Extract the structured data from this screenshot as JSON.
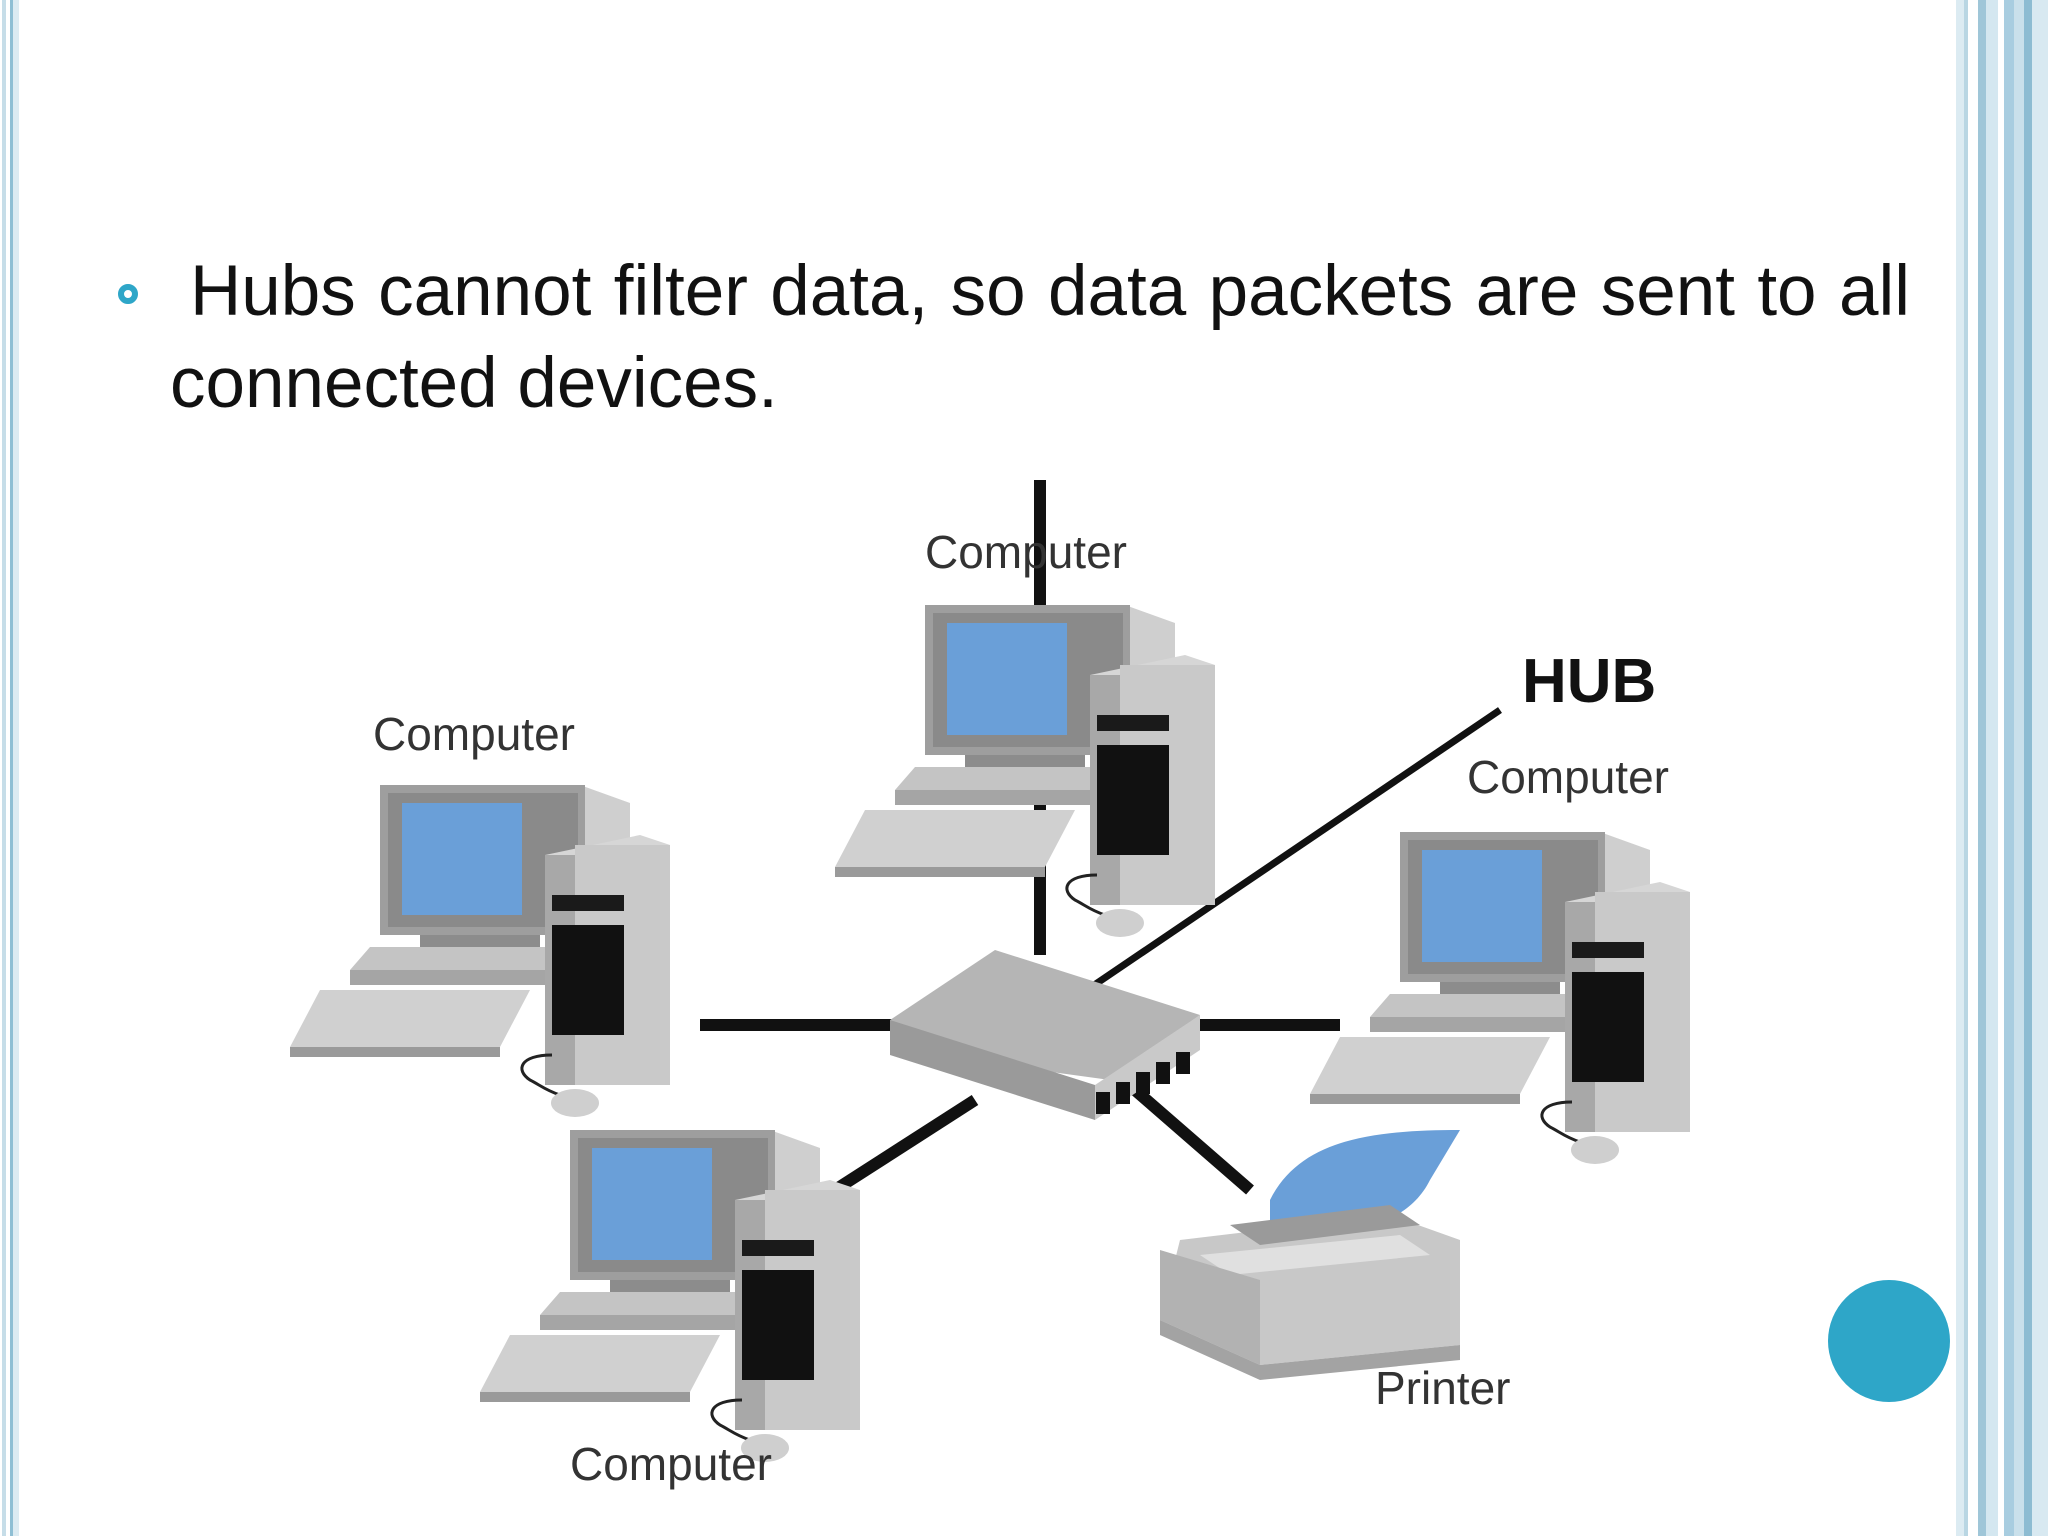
{
  "slide": {
    "bullet_text": "Hubs cannot filter data, so data packets are sent to all connected devices."
  },
  "diagram": {
    "hub_label": "HUB",
    "devices": {
      "top": "Computer",
      "left": "Computer",
      "right": "Computer",
      "bottom_left": "Computer",
      "printer": "Printer"
    }
  },
  "colors": {
    "accent": "#2ea6c8",
    "screen": "#6a9fd8",
    "device_gray": "#bdbdbd",
    "cable": "#111111"
  }
}
